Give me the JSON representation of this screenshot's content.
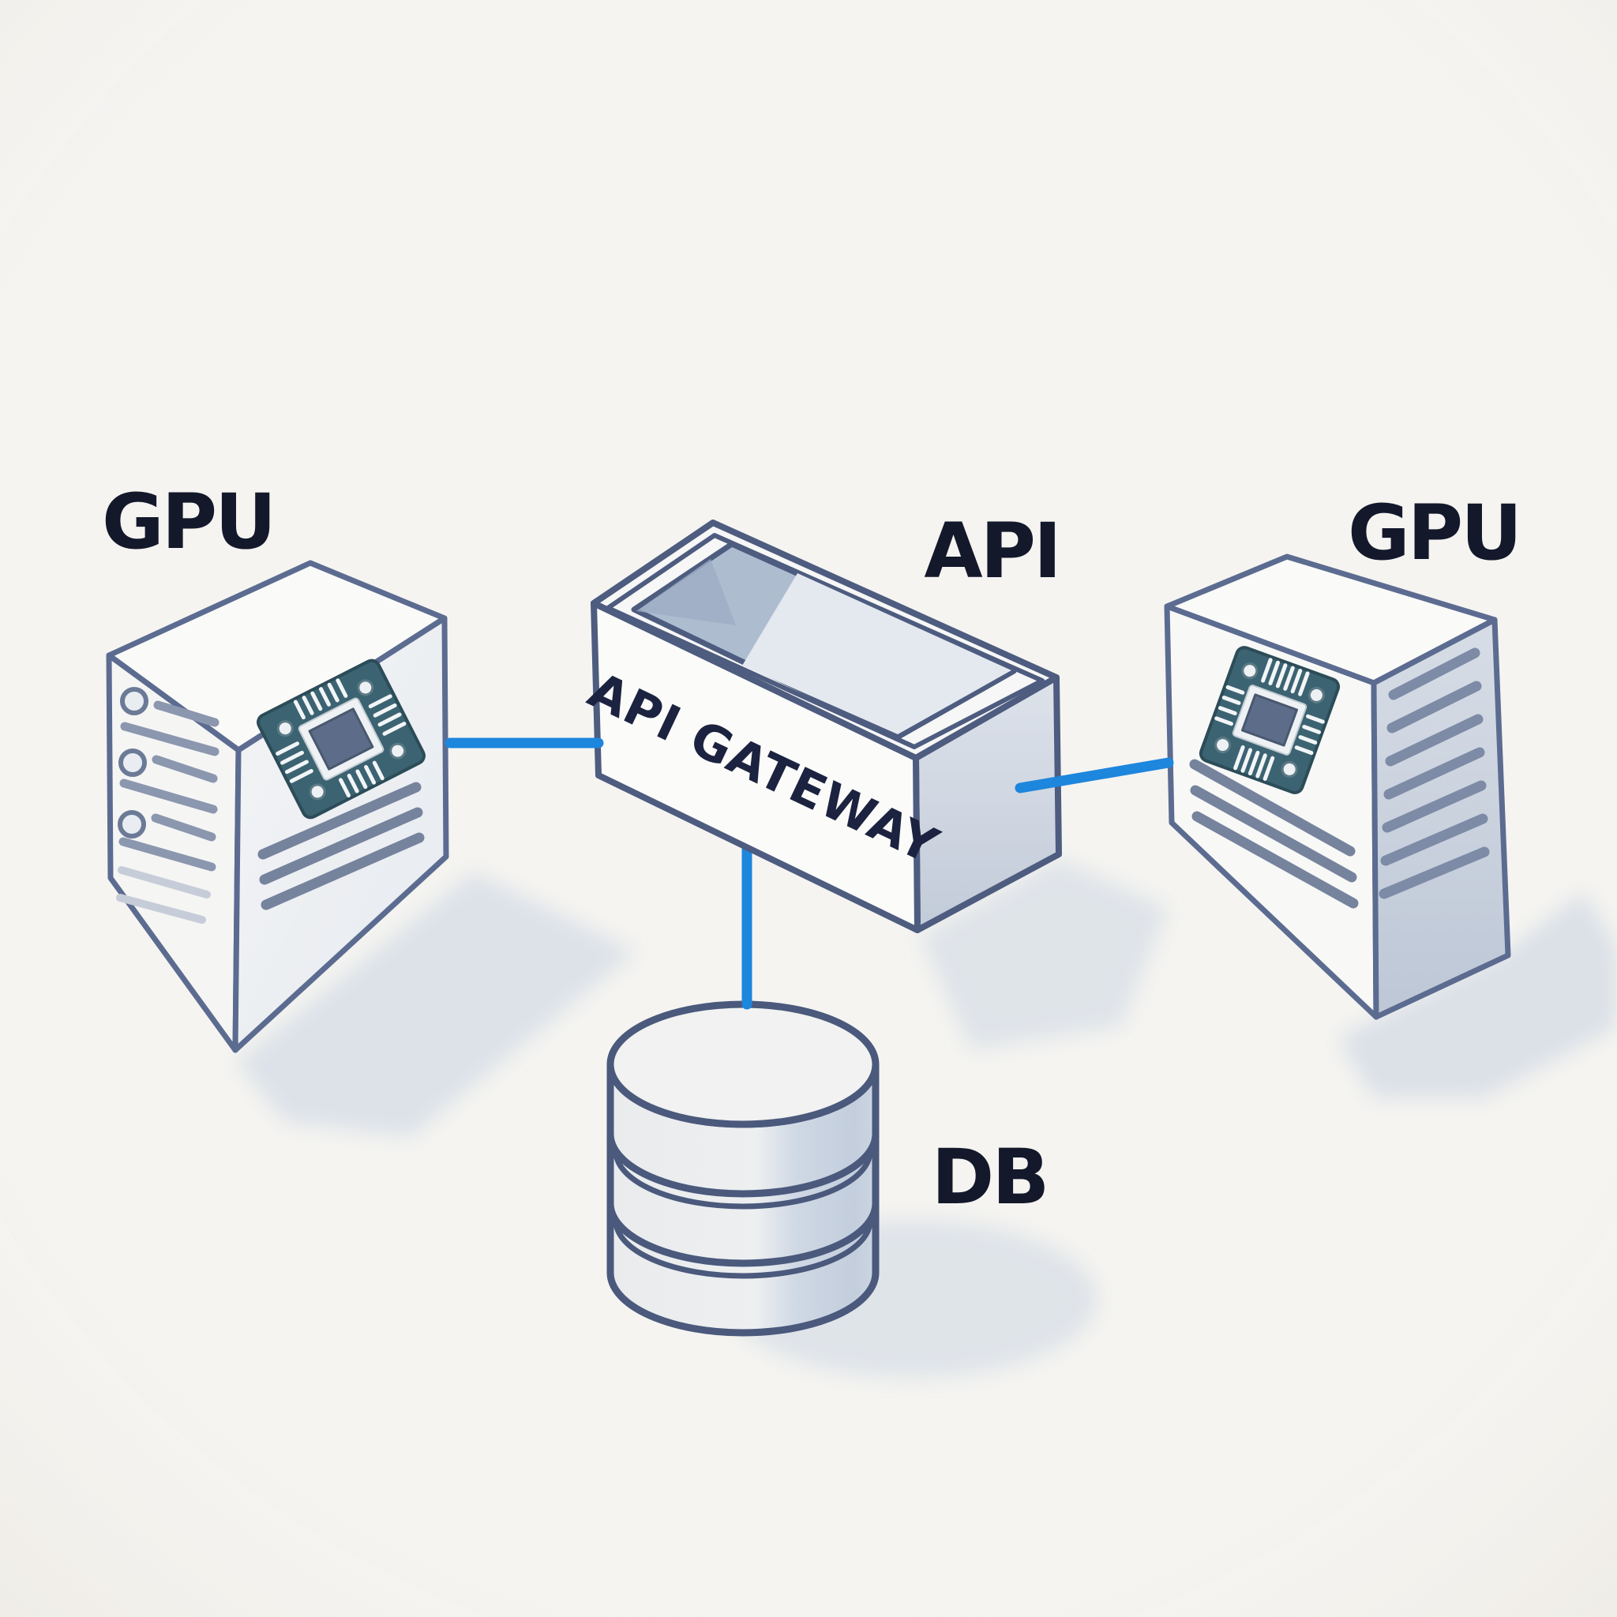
{
  "diagram": {
    "background": "#f5f4f1",
    "nodes": {
      "gpu_left": {
        "label": "GPU",
        "type": "gpu-server"
      },
      "api_gateway": {
        "label": "API GATEWAY",
        "tag": "API",
        "type": "gateway"
      },
      "gpu_right": {
        "label": "GPU",
        "type": "gpu-server"
      },
      "db": {
        "label": "DB",
        "type": "database"
      }
    },
    "edges": [
      {
        "from": "gpu_left",
        "to": "api_gateway"
      },
      {
        "from": "api_gateway",
        "to": "gpu_right"
      },
      {
        "from": "api_gateway",
        "to": "db"
      }
    ],
    "colors": {
      "connector": "#1d86dd",
      "outline": "#4d5c7f",
      "label_ink": "#13182b",
      "gateway_text": "#1c2340",
      "pcb": "#3c6372"
    }
  }
}
